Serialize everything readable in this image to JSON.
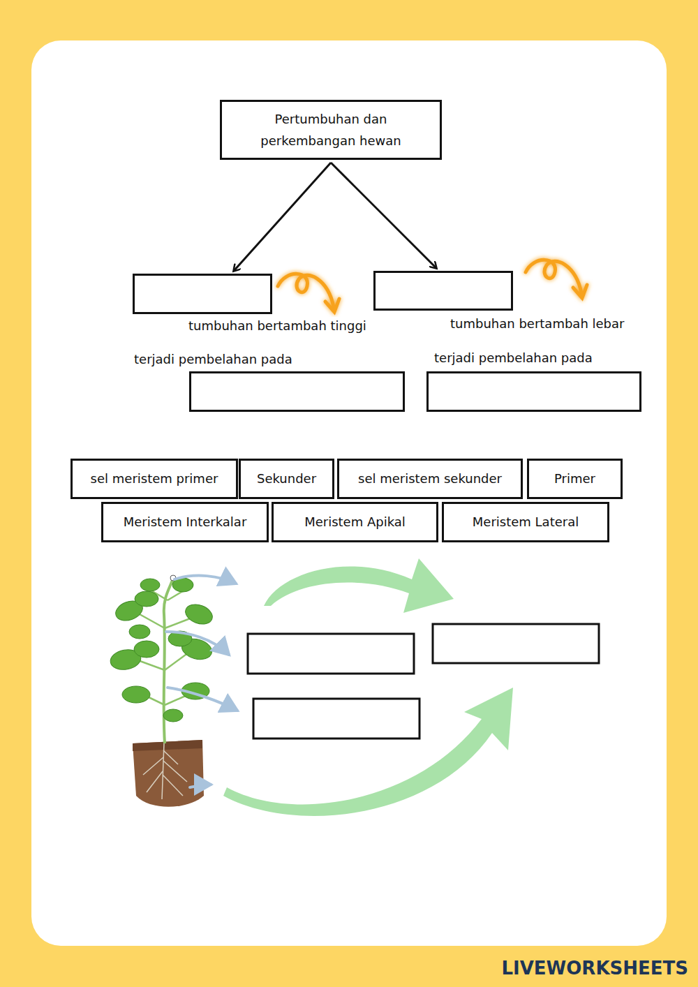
{
  "diagram": {
    "nodes": [
      {
        "text": [
          "Pertumbuhan dan perkembangan hewan"
        ]
      },
      {
        "text": [
          "tumbuhan bertambah tinggi"
        ]
      },
      {
        "text": [
          "tumbuhan bertambah lebar"
        ]
      },
      {
        "text": [
          "terjadi pembelahan pada"
        ]
      },
      {
        "text": [
          "terjadi pembelahan pada"
        ]
      },
      {
        "text": [
          "sel meristem primer"
        ]
      },
      {
        "text": [
          "Sekunder"
        ]
      },
      {
        "text": [
          "sel meristem sekunder"
        ]
      },
      {
        "text": [
          "Primer"
        ]
      },
      {
        "text": [
          "Meristem Interkalar"
        ]
      },
      {
        "text": [
          "Meristem Apikal"
        ]
      },
      {
        "text": [
          "Meristem Lateral"
        ]
      }
    ],
    "edges": [
      {
        "from": 0,
        "to": 1,
        "arrow": "to"
      },
      {
        "from": 0,
        "to": 2,
        "arrow": "to"
      }
    ],
    "labels": [
      "LIVEWORKSHEETS"
    ]
  }
}
